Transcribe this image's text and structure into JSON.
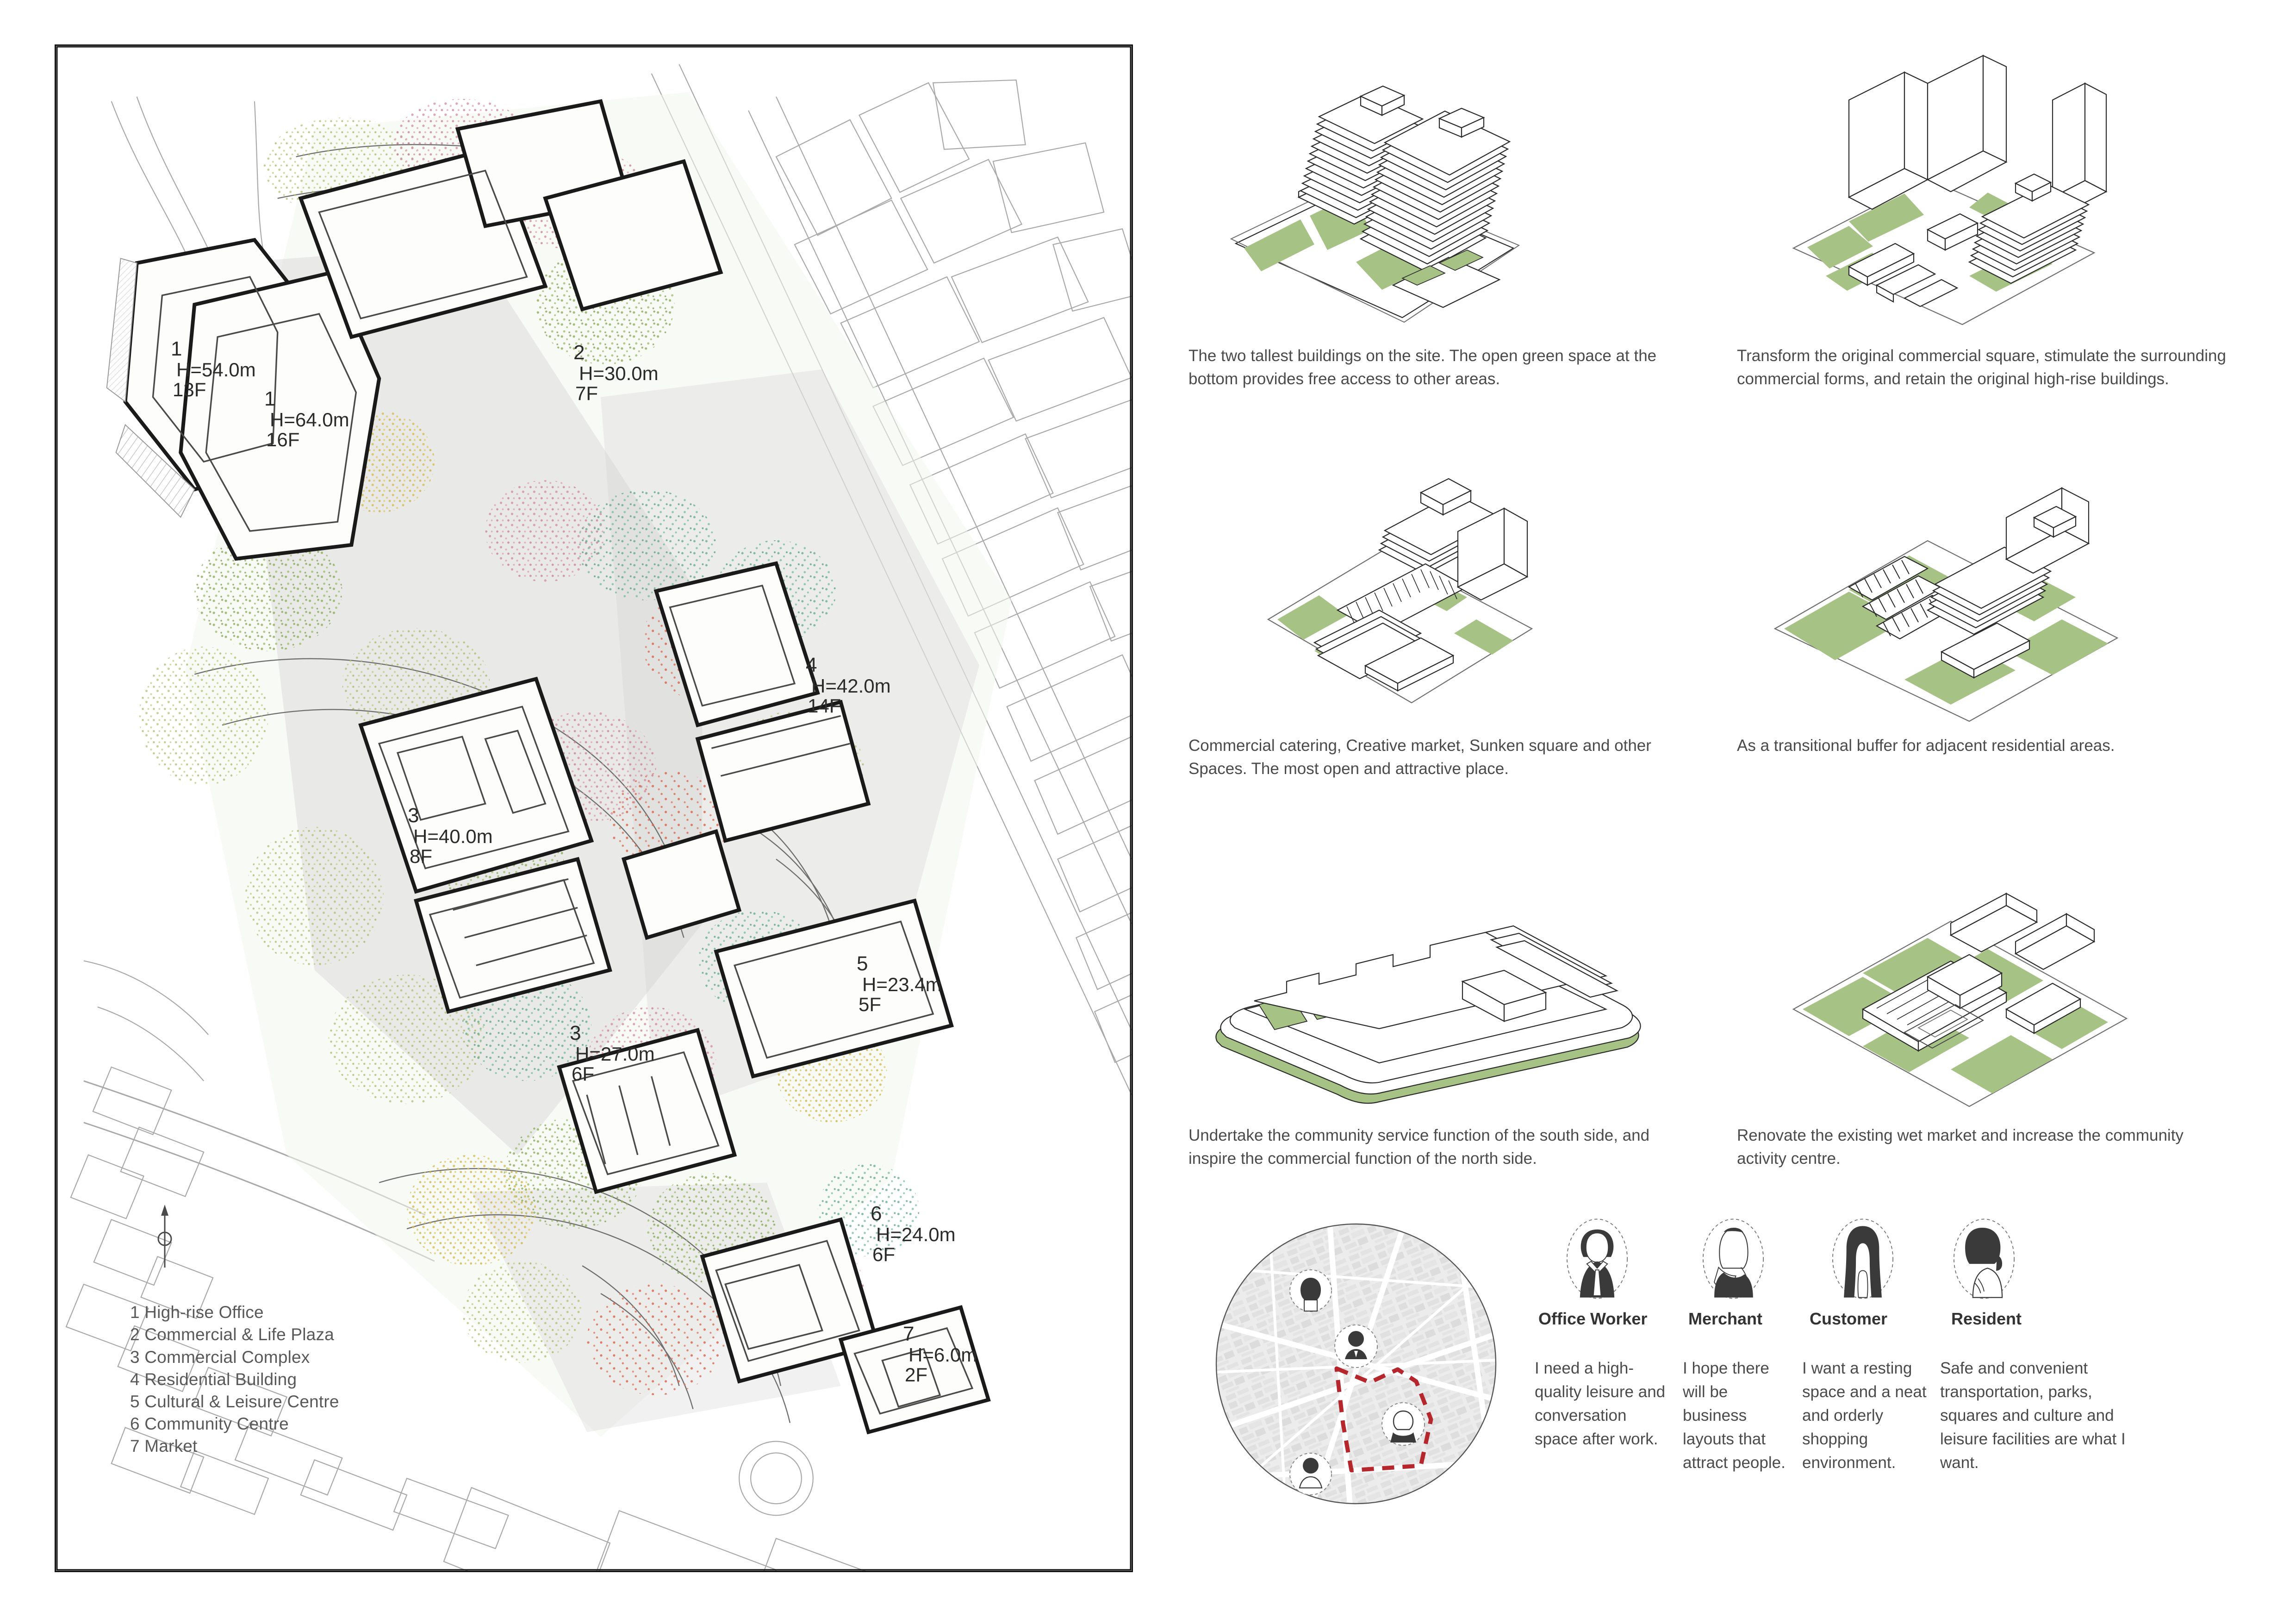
{
  "site_plan": {
    "legend_title": "",
    "legend_items": [
      "1 High-rise Office",
      "2 Commercial & Life Plaza",
      "3 Commercial Complex",
      "4 Residential Building",
      "5 Cultural & Leisure Centre",
      "6 Community Centre",
      "7 Market"
    ],
    "building_callouts": [
      {
        "num": "1",
        "height": "H=54.0m",
        "floors": "13F"
      },
      {
        "num": "1",
        "height": "H=64.0m",
        "floors": "16F"
      },
      {
        "num": "2",
        "height": "H=30.0m",
        "floors": "7F"
      },
      {
        "num": "4",
        "height": "H=42.0m",
        "floors": "14F"
      },
      {
        "num": "3",
        "height": "H=40.0m",
        "floors": "8F"
      },
      {
        "num": "3",
        "height": "H=27.0m",
        "floors": "6F"
      },
      {
        "num": "5",
        "height": "H=23.4m",
        "floors": "5F"
      },
      {
        "num": "6",
        "height": "H=24.0m",
        "floors": "6F"
      },
      {
        "num": "7",
        "height": "H=6.0m",
        "floors": "2F"
      }
    ]
  },
  "diagrams": [
    {
      "caption": "The two tallest buildings on the site. The open green space at the bottom provides free access to other areas."
    },
    {
      "caption": "Transform the original commercial square, stimulate the surrounding commercial forms, and retain the original high-rise buildings."
    },
    {
      "caption": "Commercial catering, Creative market, Sunken square and other Spaces. The most open and attractive place."
    },
    {
      "caption": "As a transitional buffer for adjacent residential areas."
    },
    {
      "caption": "Undertake the community service function of the south side, and inspire the commercial function of the north side."
    },
    {
      "caption": "Renovate the existing wet market and increase the community activity centre."
    }
  ],
  "personas": [
    {
      "name": "Office Worker",
      "quote": "I need a high-quality leisure and conversation space after work."
    },
    {
      "name": "Merchant",
      "quote": "I hope there will be business layouts that attract people."
    },
    {
      "name": "Customer",
      "quote": "I want a resting space and a neat and orderly shopping environment."
    },
    {
      "name": "Resident",
      "quote": "Safe and convenient transportation, parks, squares and culture and leisure facilities are what I want."
    }
  ],
  "colors": {
    "green_fill": "#a6c285",
    "site_boundary": "#b5272d",
    "line_dark": "#1a1a1a",
    "line_light": "#8c8c8c",
    "text": "#4b4b4b",
    "veg_green": "#8fae5d",
    "veg_pink": "#d18aa0",
    "veg_yellow": "#d6bc55",
    "veg_red": "#d9644b",
    "veg_teal": "#5fa98a"
  }
}
